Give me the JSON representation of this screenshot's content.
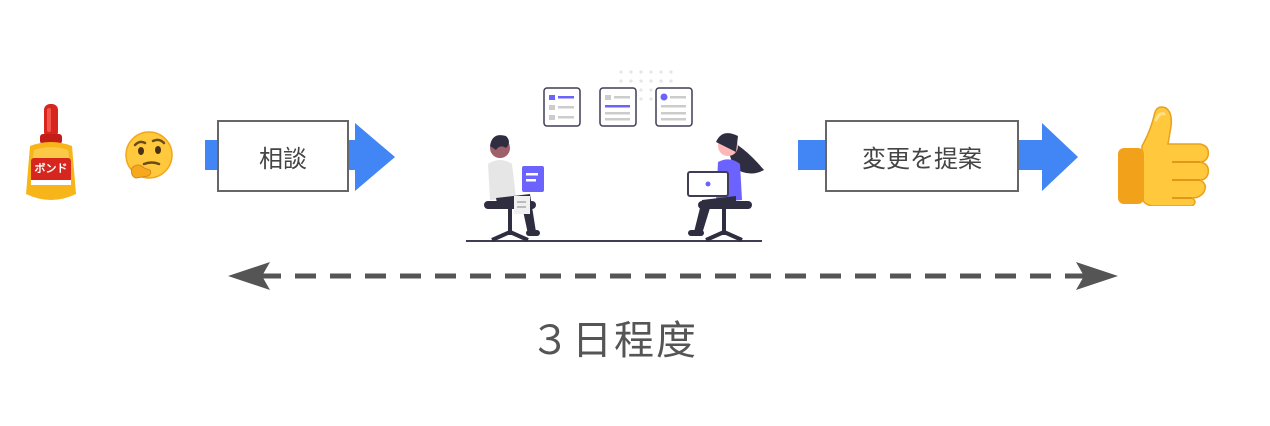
{
  "glue_label": "ボンド",
  "step1_label": "相談",
  "step2_label": "変更を提案",
  "duration_label": "３日程度",
  "colors": {
    "arrow": "#4285f4",
    "box_border": "#666666",
    "dashed": "#555555",
    "accent": "#6c63ff"
  },
  "icons": [
    "glue-bottle-icon",
    "thinking-face-icon",
    "thumbs-up-icon"
  ]
}
